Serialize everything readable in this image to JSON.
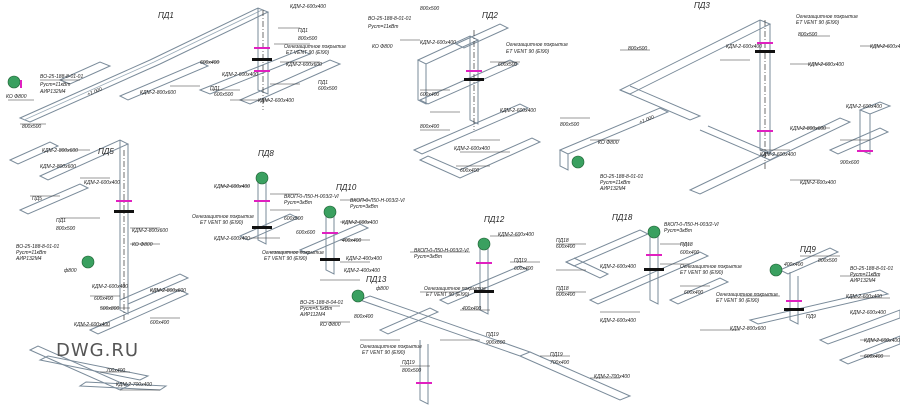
{
  "watermark": "DWG.RU",
  "titles": {
    "pd1": "ПД1",
    "pd2": "ПД2",
    "pd3": "ПД3",
    "pd5": "ПД5",
    "pd8": "ПД8",
    "pd10": "ПД10",
    "pd12": "ПД12",
    "pd13": "ПД13",
    "pd18": "ПД18",
    "pd9": "ПД9"
  },
  "labels": {
    "fan_vo": "ВО-25-188-8-01-01",
    "fan_params": "Pуст=11кВт",
    "fan_amp": "АИР132M4",
    "fan_vo13": "ВО-25-188-8-04-01",
    "fan_params13": "Pуст=5.5кВт",
    "fan_amp13": "АИР112M4",
    "vkop": "ВКОП-0-Л50-Н-003/2-VI",
    "vkop_p": "Pуст=3кВт",
    "ko": "КО Ф800",
    "kdm_600x400": "КДМ-2-600х400",
    "kdm_700x400": "КДМ-2-700х400",
    "kdm_800x600": "КДМ-2-800х600",
    "kdm_600x600": "КДМ-2-600х600",
    "kdm_400x400": "КДМ-2-400х400",
    "sizes": {
      "s800x500": "800х500",
      "s600x500": "600х500",
      "s600x400": "600х400",
      "s500x500": "500х500",
      "s400x400": "400х400",
      "s900x600": "900х600",
      "s700x400": "700х400",
      "s500x800": "500х800",
      "s800x600": "800х600",
      "s600x600": "600х600",
      "s400x500": "400х500",
      "s800x400": "800х400",
      "s500x400": "500х400",
      "s300x400": "300х400",
      "f800": "ф800"
    },
    "fireproof": "Огнезащитное покрытие",
    "etvent": "ET VENT 90 (EI90)",
    "pd1": "ПД1",
    "pd2": "ПД2",
    "pd3": "ПД3",
    "pd5": "ПД5",
    "pd8": "ПД8",
    "pd9": "ПД9",
    "pd10": "ПД10",
    "pd12": "ПД12",
    "pd13": "ПД13",
    "pd18": "ПД18",
    "pd19": "ПД19",
    "elev": "+1.000"
  },
  "colors": {
    "duct": "#7a8b9a",
    "flange": "#e020c0",
    "fan": "#3aa060",
    "text": "#222222"
  }
}
